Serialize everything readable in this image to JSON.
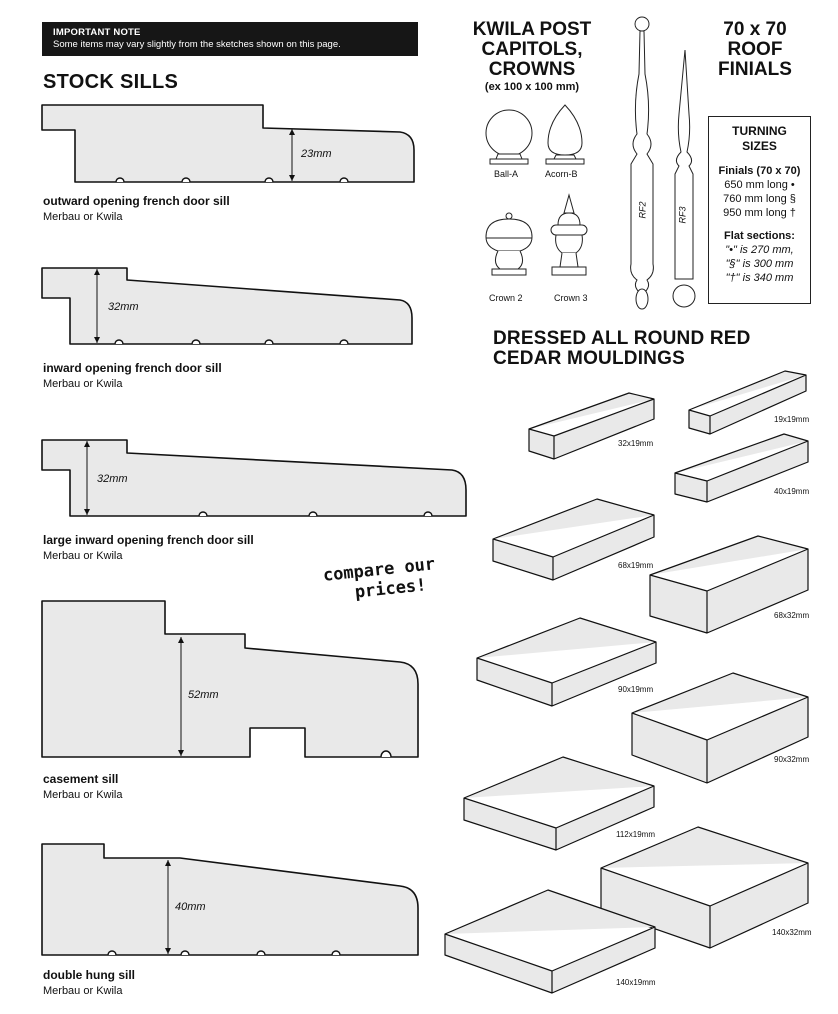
{
  "note": {
    "title": "IMPORTANT NOTE",
    "body": "Some items may vary slightly from the sketches shown on this page."
  },
  "stock_sills": {
    "title": "STOCK SILLS",
    "items": [
      {
        "name": "outward opening french door sill",
        "material": "Merbau or Kwila",
        "dim": "23mm"
      },
      {
        "name": "inward opening french door sill",
        "material": "Merbau or Kwila",
        "dim": "32mm"
      },
      {
        "name": "large inward opening french door sill",
        "material": "Merbau or Kwila",
        "dim": "32mm"
      },
      {
        "name": "casement sill",
        "material": "Merbau or Kwila",
        "dim": "52mm"
      },
      {
        "name": "double hung sill",
        "material": "Merbau or Kwila",
        "dim": "40mm"
      }
    ]
  },
  "capitols": {
    "title_lines": [
      "KWILA POST",
      "CAPITOLS,",
      "CROWNS"
    ],
    "subtitle": "(ex 100 x 100 mm)",
    "labels": [
      "Ball-A",
      "Acorn-B",
      "Crown 2",
      "Crown 3"
    ]
  },
  "finials": {
    "title_lines": [
      "70 x 70",
      "ROOF",
      "FINIALS"
    ],
    "labels": [
      "RF2",
      "RF3"
    ],
    "box": {
      "title_lines": [
        "TURNING",
        "SIZES"
      ],
      "sub": "Finials (70 x 70)",
      "lines": [
        "650 mm long •",
        "760 mm long §",
        "950 mm long †"
      ],
      "flat_title": "Flat sections:",
      "flat_lines": [
        "\"•\" is 270 mm,",
        "\"§\" is 300 mm",
        "\"†\" is 340 mm"
      ]
    }
  },
  "compare": {
    "line1": "compare our",
    "line2": "prices!"
  },
  "cedar": {
    "title_lines": [
      "DRESSED ALL ROUND RED",
      "CEDAR MOULDINGS"
    ],
    "labels": [
      "32x19mm",
      "19x19mm",
      "40x19mm",
      "68x19mm",
      "68x32mm",
      "90x19mm",
      "90x32mm",
      "112x19mm",
      "140x32mm",
      "140x19mm"
    ]
  },
  "colors": {
    "fill": "#e9e9e9",
    "stroke": "#111111",
    "note_bg": "#161616"
  }
}
